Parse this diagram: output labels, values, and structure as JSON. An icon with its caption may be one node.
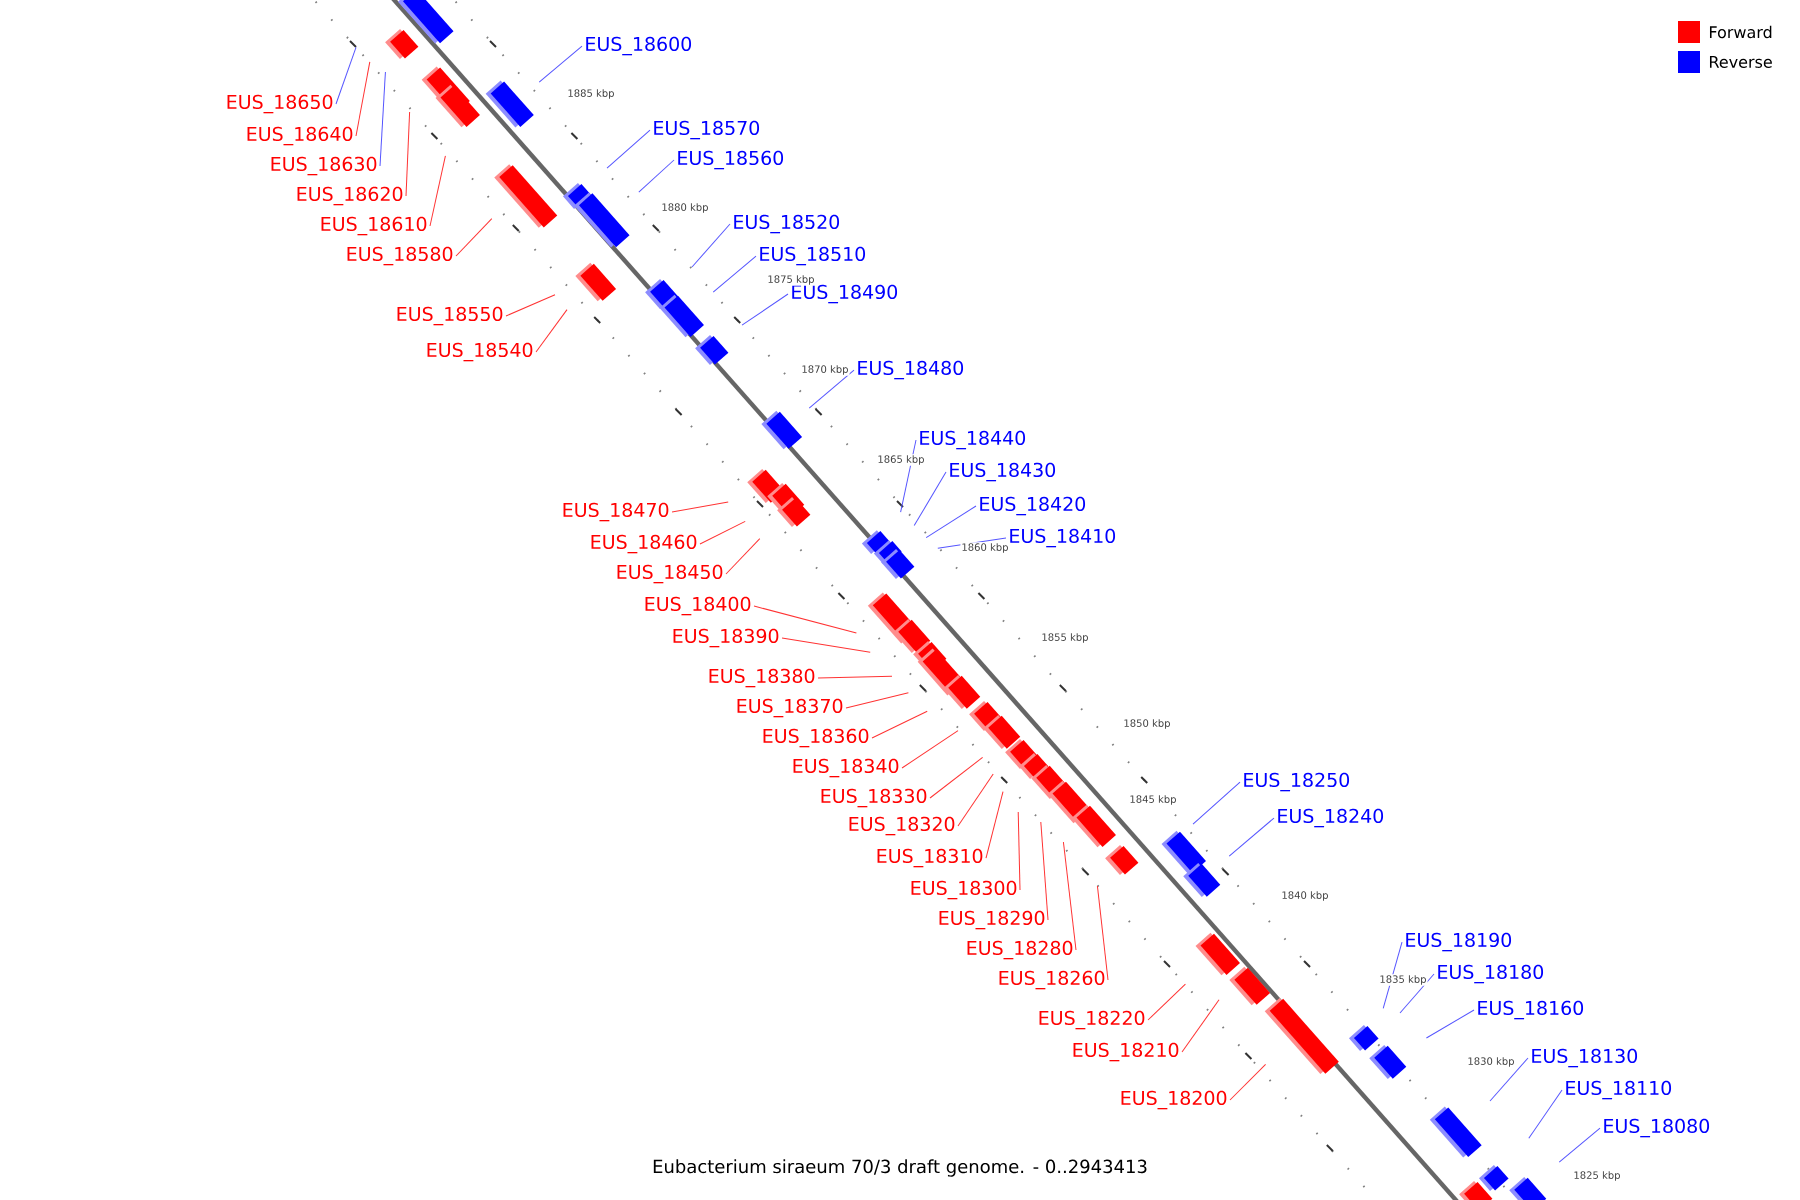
{
  "diagram": {
    "caption": "Eubacterium siraeum 70/3 draft genome. - 0..2943413",
    "nodes": [
      {
        "text": [
          "EUS_18600"
        ]
      },
      {
        "text": [
          "EUS_18650"
        ]
      },
      {
        "text": [
          "EUS_18570"
        ]
      },
      {
        "text": [
          "EUS_18640"
        ]
      },
      {
        "text": [
          "EUS_18560"
        ]
      },
      {
        "text": [
          "EUS_18630"
        ]
      },
      {
        "text": [
          "EUS_18620"
        ]
      },
      {
        "text": [
          "EUS_18520"
        ]
      },
      {
        "text": [
          "EUS_18610"
        ]
      },
      {
        "text": [
          "EUS_18510"
        ]
      },
      {
        "text": [
          "EUS_18580"
        ]
      },
      {
        "text": [
          "EUS_18490"
        ]
      },
      {
        "text": [
          "EUS_18550"
        ]
      },
      {
        "text": [
          "EUS_18540"
        ]
      },
      {
        "text": [
          "EUS_18480"
        ]
      },
      {
        "text": [
          "EUS_18440"
        ]
      },
      {
        "text": [
          "EUS_18430"
        ]
      },
      {
        "text": [
          "EUS_18420"
        ]
      },
      {
        "text": [
          "EUS_18470"
        ]
      },
      {
        "text": [
          "EUS_18410"
        ]
      },
      {
        "text": [
          "EUS_18460"
        ]
      },
      {
        "text": [
          "EUS_18450"
        ]
      },
      {
        "text": [
          "EUS_18400"
        ]
      },
      {
        "text": [
          "EUS_18390"
        ]
      },
      {
        "text": [
          "EUS_18380"
        ]
      },
      {
        "text": [
          "EUS_18370"
        ]
      },
      {
        "text": [
          "EUS_18360"
        ]
      },
      {
        "text": [
          "EUS_18340"
        ]
      },
      {
        "text": [
          "EUS_18250"
        ]
      },
      {
        "text": [
          "EUS_18330"
        ]
      },
      {
        "text": [
          "EUS_18240"
        ]
      },
      {
        "text": [
          "EUS_18320"
        ]
      },
      {
        "text": [
          "EUS_18310"
        ]
      },
      {
        "text": [
          "EUS_18300"
        ]
      },
      {
        "text": [
          "EUS_18290"
        ]
      },
      {
        "text": [
          "EUS_18190"
        ]
      },
      {
        "text": [
          "EUS_18280"
        ]
      },
      {
        "text": [
          "EUS_18180"
        ]
      },
      {
        "text": [
          "EUS_18260"
        ]
      },
      {
        "text": [
          "EUS_18160"
        ]
      },
      {
        "text": [
          "EUS_18220"
        ]
      },
      {
        "text": [
          "EUS_18210"
        ]
      },
      {
        "text": [
          "EUS_18130"
        ]
      },
      {
        "text": [
          "EUS_18110"
        ]
      },
      {
        "text": [
          "EUS_18200"
        ]
      },
      {
        "text": [
          "EUS_18080"
        ]
      }
    ],
    "edges": [
      {
        "from": 0,
        "to": null,
        "arrow": "none",
        "color": "#5555ff"
      },
      {
        "from": 1,
        "to": null,
        "arrow": "none",
        "color": "#5555ff"
      },
      {
        "from": 2,
        "to": null,
        "arrow": "none",
        "color": "#5555ff"
      },
      {
        "from": 3,
        "to": null,
        "arrow": "none"
      },
      {
        "from": 4,
        "to": null,
        "arrow": "none",
        "color": "#5555ff"
      },
      {
        "from": 5,
        "to": null,
        "arrow": "none",
        "color": "#5555ff"
      },
      {
        "from": 6,
        "to": null,
        "arrow": "none"
      },
      {
        "from": 7,
        "to": null,
        "arrow": "none",
        "color": "#5555ff"
      },
      {
        "from": 8,
        "to": null,
        "arrow": "none"
      },
      {
        "from": 9,
        "to": null,
        "arrow": "none",
        "color": "#5555ff"
      },
      {
        "from": 10,
        "to": null,
        "arrow": "none"
      },
      {
        "from": 11,
        "to": null,
        "arrow": "none",
        "color": "#5555ff"
      },
      {
        "from": 12,
        "to": null,
        "arrow": "none"
      },
      {
        "from": 13,
        "to": null,
        "arrow": "none"
      },
      {
        "from": 14,
        "to": null,
        "arrow": "none",
        "color": "#5555ff"
      },
      {
        "from": 15,
        "to": null,
        "arrow": "none",
        "color": "#5555ff"
      },
      {
        "from": 16,
        "to": null,
        "arrow": "none",
        "color": "#5555ff"
      },
      {
        "from": 17,
        "to": null,
        "arrow": "none",
        "color": "#5555ff"
      },
      {
        "from": 18,
        "to": null,
        "arrow": "none"
      },
      {
        "from": 19,
        "to": null,
        "arrow": "none",
        "color": "#5555ff"
      },
      {
        "from": 20,
        "to": null,
        "arrow": "none"
      },
      {
        "from": 21,
        "to": null,
        "arrow": "none"
      },
      {
        "from": 22,
        "to": null,
        "arrow": "none"
      },
      {
        "from": 23,
        "to": null,
        "arrow": "none"
      },
      {
        "from": 24,
        "to": null,
        "arrow": "none"
      },
      {
        "from": 25,
        "to": null,
        "arrow": "none"
      },
      {
        "from": 26,
        "to": null,
        "arrow": "none"
      },
      {
        "from": 27,
        "to": null,
        "arrow": "none"
      },
      {
        "from": 28,
        "to": null,
        "arrow": "none",
        "color": "#5555ff"
      },
      {
        "from": 29,
        "to": null,
        "arrow": "none"
      },
      {
        "from": 30,
        "to": null,
        "arrow": "none",
        "color": "#5555ff"
      },
      {
        "from": 31,
        "to": null,
        "arrow": "none"
      },
      {
        "from": 32,
        "to": null,
        "arrow": "none"
      },
      {
        "from": 33,
        "to": null,
        "arrow": "none"
      },
      {
        "from": 34,
        "to": null,
        "arrow": "none"
      },
      {
        "from": 35,
        "to": null,
        "arrow": "none",
        "color": "#5555ff"
      },
      {
        "from": 36,
        "to": null,
        "arrow": "none"
      },
      {
        "from": 37,
        "to": null,
        "arrow": "none",
        "color": "#5555ff"
      },
      {
        "from": 38,
        "to": null,
        "arrow": "none"
      },
      {
        "from": 39,
        "to": null,
        "arrow": "none",
        "color": "#5555ff"
      },
      {
        "from": 40,
        "to": null,
        "arrow": "none"
      },
      {
        "from": 41,
        "to": null,
        "arrow": "none"
      },
      {
        "from": 42,
        "to": null,
        "arrow": "none",
        "color": "#5555ff"
      },
      {
        "from": 43,
        "to": null,
        "arrow": "none",
        "color": "#5555ff"
      },
      {
        "from": 44,
        "to": null,
        "arrow": "none"
      },
      {
        "from": 45,
        "to": null,
        "arrow": "none",
        "color": "#5555ff"
      }
    ],
    "labels": [
      "1885 kbp",
      "1880 kbp",
      "1875 kbp",
      "1870 kbp",
      "1865 kbp",
      "1860 kbp",
      "1855 kbp",
      "1850 kbp",
      "1845 kbp",
      "1840 kbp",
      "1835 kbp",
      "1830 kbp",
      "1825 kbp"
    ],
    "legend": [
      {
        "text": "Forward",
        "color": "#ff0000"
      },
      {
        "text": "Reverse",
        "color": "#0000ff"
      }
    ]
  }
}
